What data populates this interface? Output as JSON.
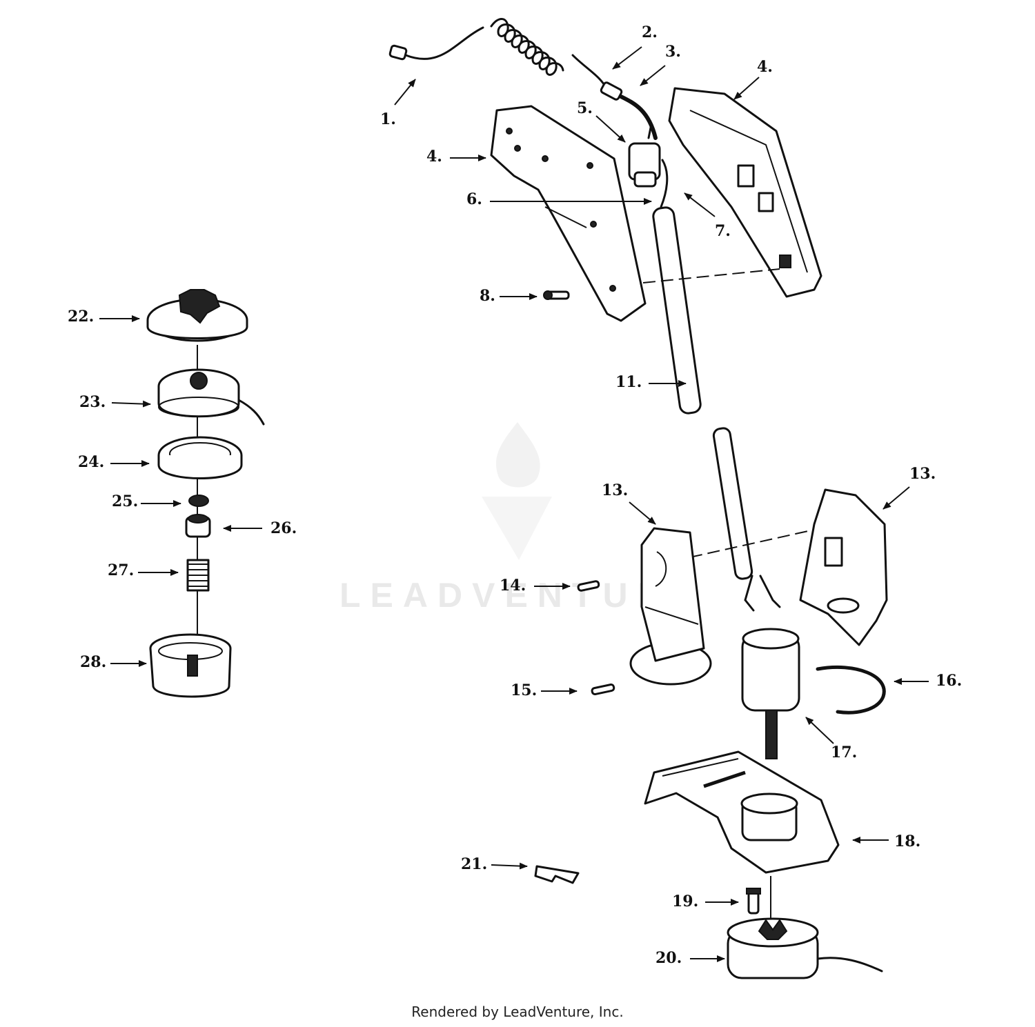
{
  "callouts": {
    "c1": "1.",
    "c2": "2.",
    "c3": "3.",
    "c4a": "4.",
    "c4b": "4.",
    "c5": "5.",
    "c6": "6.",
    "c7": "7.",
    "c8": "8.",
    "c11": "11.",
    "c13a": "13.",
    "c13b": "13.",
    "c14": "14.",
    "c15": "15.",
    "c16": "16.",
    "c17": "17.",
    "c18": "18.",
    "c19": "19.",
    "c20": "20.",
    "c21": "21.",
    "c22": "22.",
    "c23": "23.",
    "c24": "24.",
    "c25": "25.",
    "c26": "26.",
    "c27": "27.",
    "c28": "28."
  },
  "watermark": {
    "text": "LEADVENTURE"
  },
  "footer": {
    "text": "Rendered by LeadVenture, Inc."
  }
}
